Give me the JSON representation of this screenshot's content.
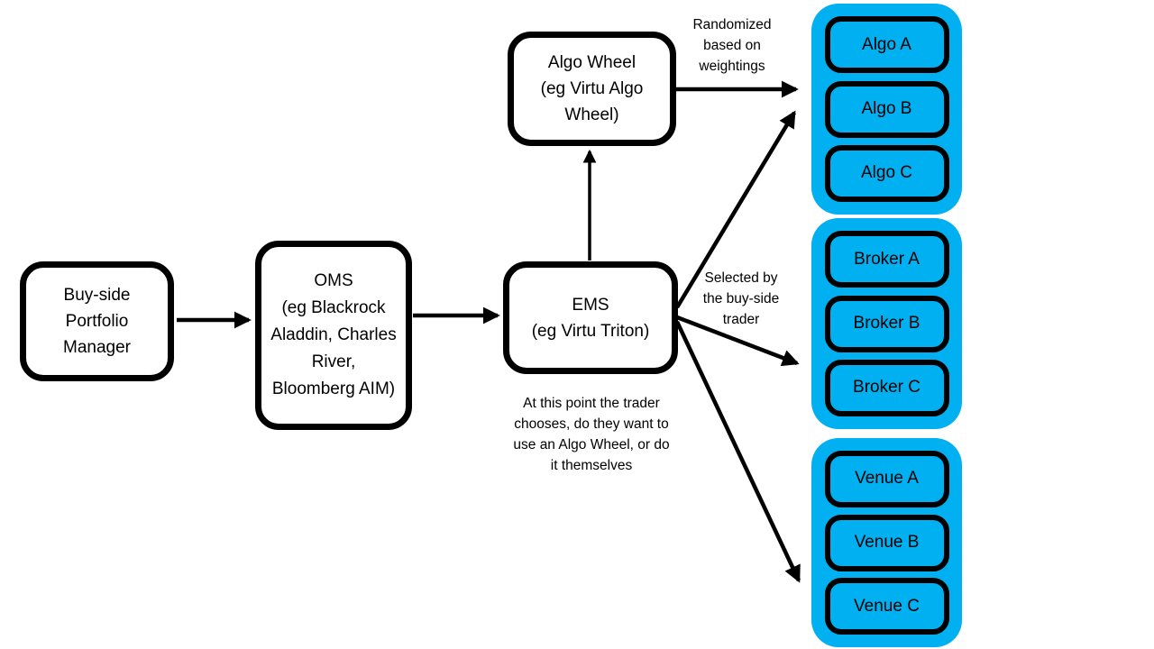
{
  "colors": {
    "group_fill": "#00b0f0",
    "node_fill": "#ffffff",
    "stroke": "#000000",
    "text": "#000000"
  },
  "nodes": {
    "pm": {
      "lines": [
        "Buy-side",
        "Portfolio",
        "Manager"
      ]
    },
    "oms": {
      "lines": [
        "OMS",
        "(eg Blackrock",
        "Aladdin, Charles",
        "River,",
        "Bloomberg AIM)"
      ]
    },
    "ems": {
      "lines": [
        "EMS",
        "(eg Virtu Triton)"
      ]
    },
    "algo_wheel": {
      "lines": [
        "Algo Wheel",
        "(eg Virtu Algo",
        "Wheel)"
      ]
    }
  },
  "groups": [
    {
      "name": "algos",
      "items": [
        "Algo A",
        "Algo B",
        "Algo C"
      ]
    },
    {
      "name": "brokers",
      "items": [
        "Broker A",
        "Broker B",
        "Broker C"
      ]
    },
    {
      "name": "venues",
      "items": [
        "Venue A",
        "Venue B",
        "Venue C"
      ]
    }
  ],
  "annotations": {
    "randomized": {
      "lines": [
        "Randomized",
        "based on",
        "weightings"
      ]
    },
    "selected": {
      "lines": [
        "Selected by",
        "the buy-side",
        "trader"
      ]
    },
    "trader_choice": {
      "lines": [
        "At this point the trader",
        "chooses, do they want to",
        "use an Algo Wheel, or do",
        "it themselves"
      ]
    }
  }
}
